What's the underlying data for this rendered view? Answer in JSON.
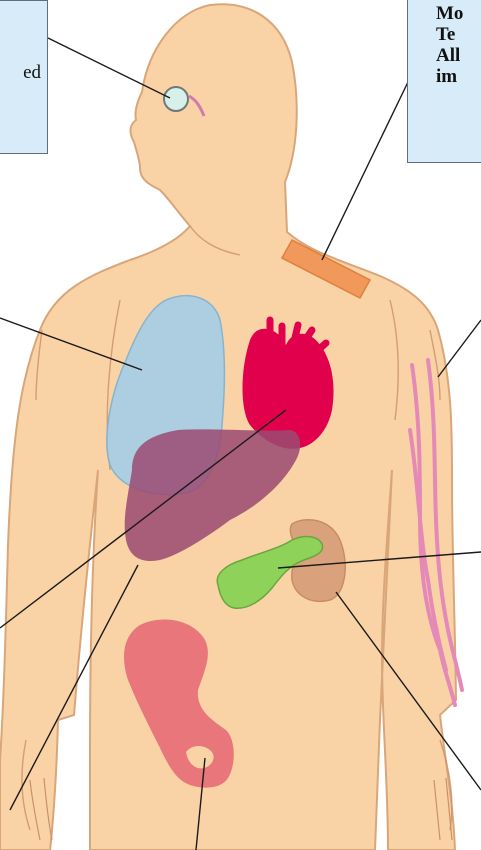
{
  "callouts": {
    "left": {
      "text": "ed"
    },
    "right": {
      "lines": [
        "Mo",
        "Te",
        "All",
        "im"
      ]
    }
  },
  "colors": {
    "skin": "#f9d3a6",
    "skin_outline": "#d9a67a",
    "lung": "#a9cde4",
    "heart": "#e0004c",
    "liver": "#9b4a72",
    "pancreas": "#8fd25a",
    "kidney": "#d9a07a",
    "pelvis": "#e8767a",
    "vessels": "#e58ab7",
    "eye": "#d7f0ea",
    "shoulder_patch": "#f0995a",
    "callout_bg": "#d7ecf8",
    "leader_line": "#1b1b1b"
  },
  "icons": {
    "eye": "eye-icon",
    "lung": "lung-icon",
    "heart": "heart-icon",
    "liver": "liver-icon",
    "pancreas": "pancreas-icon",
    "kidney": "kidney-icon",
    "pelvis": "pelvis-icon",
    "arm_vessels": "blood-vessel-icon",
    "shoulder_patch": "skin-patch-icon"
  }
}
